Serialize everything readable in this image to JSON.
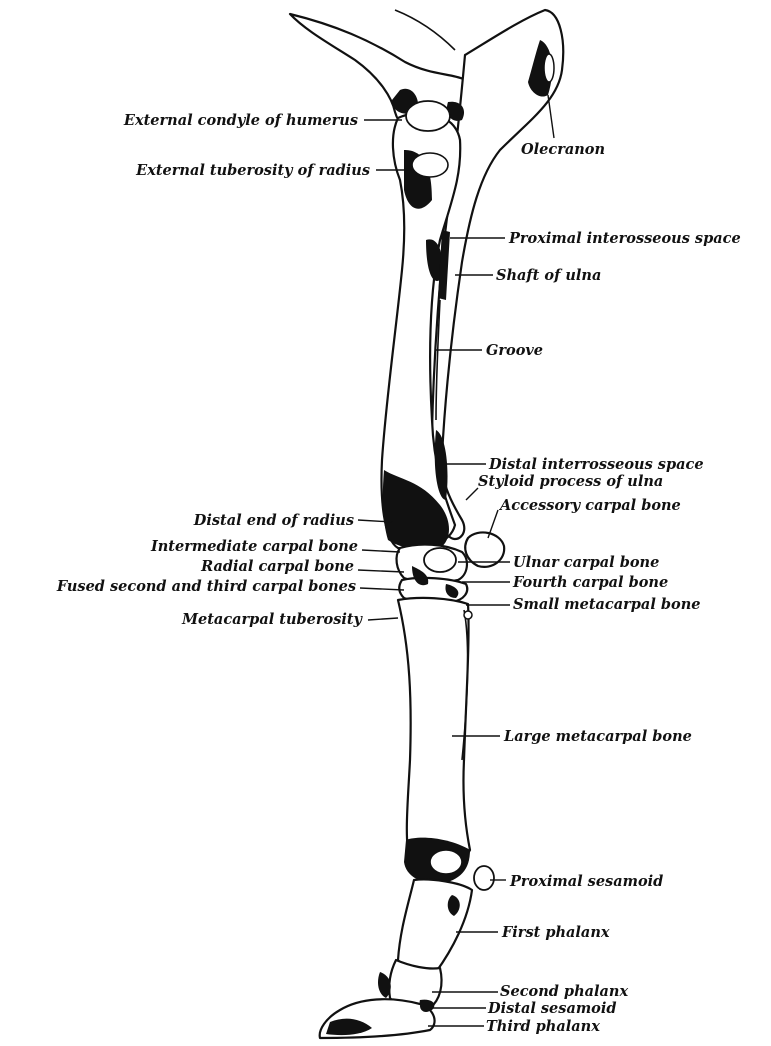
{
  "labels_left": {
    "external_condyle_of_humerus": "External condyle of humerus",
    "external_tuberosity_of_radius": "External tuberosity of radius",
    "distal_end_of_radius": "Distal end of radius",
    "intermediate_carpal_bone": "Intermediate carpal bone",
    "radial_carpal_bone": "Radial carpal bone",
    "fused_second_and_third_carpal_bones": "Fused second and third carpal bones",
    "metacarpal_tuberosity": "Metacarpal tuberosity"
  },
  "labels_right": {
    "olecranon": "Olecranon",
    "proximal_interosseous_space": "Proximal interosseous space",
    "shaft_of_ulna": "Shaft of ulna",
    "groove": "Groove",
    "distal_interrosseous_space": "Distal interrosseous space",
    "styloid_process_of_ulna": "Styloid process of ulna",
    "accessory_carpal_bone": "Accessory carpal bone",
    "ulnar_carpal_bone": "Ulnar carpal bone",
    "fourth_carpal_bone": "Fourth carpal bone",
    "small_metacarpal_bone": "Small metacarpal bone",
    "large_metacarpal_bone": "Large metacarpal bone",
    "proximal_sesamoid": "Proximal sesamoid",
    "first_phalanx": "First phalanx",
    "second_phalanx": "Second phalanx",
    "distal_sesamoid": "Distal sesamoid",
    "third_phalanx": "Third phalanx"
  }
}
